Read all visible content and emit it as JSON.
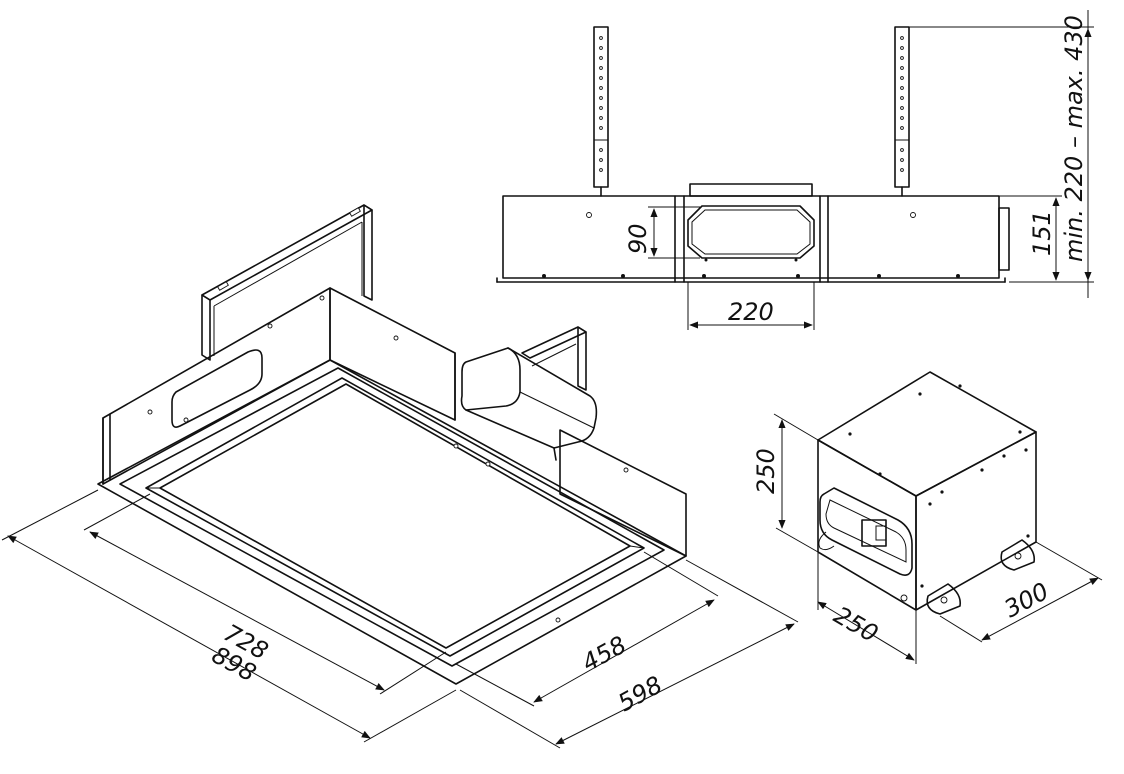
{
  "dimensions": {
    "length_outer": "898",
    "length_inner": "728",
    "width_outer": "598",
    "width_inner": "458",
    "height_side": "151",
    "duct_opening_height": "90",
    "duct_opening_width": "220",
    "suspension_range": "min. 220 – max. 430",
    "motor_box_height": "250",
    "motor_box_width": "250",
    "motor_box_depth": "300"
  },
  "colors": {
    "line": "#111111",
    "background": "#ffffff"
  }
}
